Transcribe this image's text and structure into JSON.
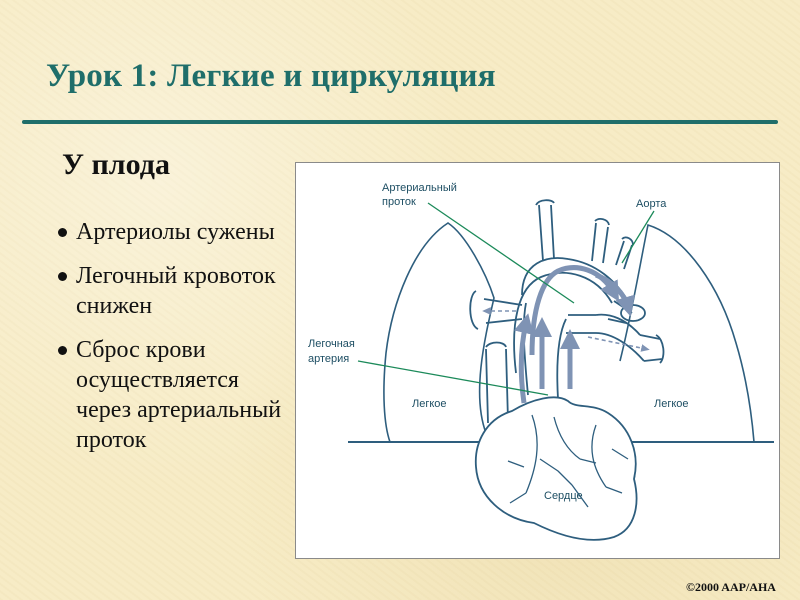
{
  "slide": {
    "title": "Урок 1: Легкие и циркуляция",
    "section_heading": "У плода",
    "bullets": [
      "Артериолы сужены",
      "Легочный кровоток снижен",
      "Сброс крови осуществляется через артериальный проток"
    ],
    "copyright": "©2000 AAP/AHA"
  },
  "diagram": {
    "labels": {
      "ductus_line1": "Артериальный",
      "ductus_line2": "проток",
      "aorta": "Аорта",
      "pulmonary_line1": "Легочная",
      "pulmonary_line2": "артерия",
      "lung_left": "Легкое",
      "lung_right": "Легкое",
      "heart": "Сердце"
    },
    "colors": {
      "outline": "#2e5e7e",
      "flow_arrow": "#7f93b4",
      "leader_line": "#1c8a5a",
      "accent": "#1f6e6a"
    }
  }
}
